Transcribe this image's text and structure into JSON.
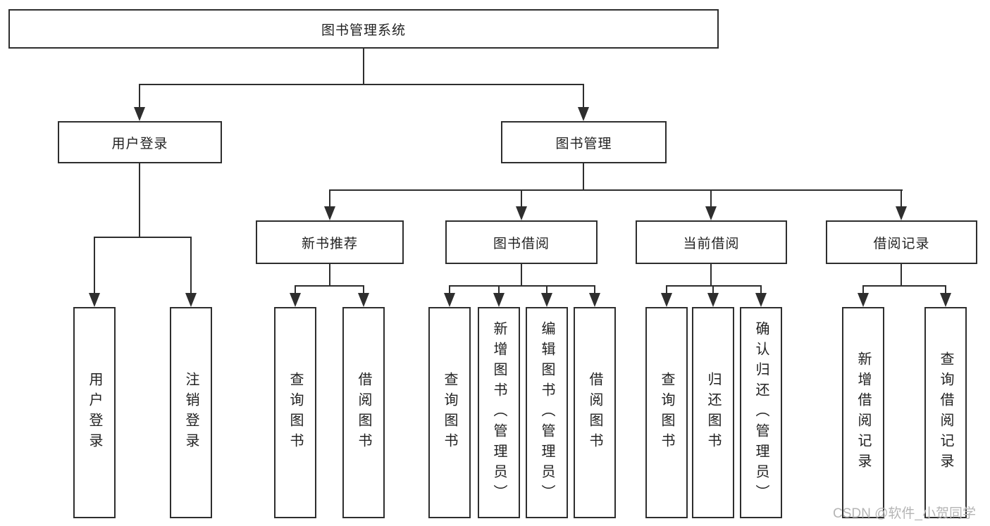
{
  "diagram_title": "图书管理系统",
  "tree": {
    "label": "图书管理系统",
    "children": [
      {
        "label": "用户登录",
        "children": [
          {
            "label": "用户登录"
          },
          {
            "label": "注销登录"
          }
        ]
      },
      {
        "label": "图书管理",
        "children": [
          {
            "label": "新书推荐",
            "children": [
              {
                "label": "查询图书"
              },
              {
                "label": "借阅图书"
              }
            ]
          },
          {
            "label": "图书借阅",
            "children": [
              {
                "label": "查询图书"
              },
              {
                "label": "新增图书（管理员）"
              },
              {
                "label": "编辑图书（管理员）"
              },
              {
                "label": "借阅图书"
              }
            ]
          },
          {
            "label": "当前借阅",
            "children": [
              {
                "label": "查询图书"
              },
              {
                "label": "归还图书"
              },
              {
                "label": "确认归还（管理员）"
              }
            ]
          },
          {
            "label": "借阅记录",
            "children": [
              {
                "label": "新增借阅记录"
              },
              {
                "label": "查询借阅记录"
              }
            ]
          }
        ]
      }
    ]
  },
  "watermark": {
    "text": "CSDN @软件_小贺同学",
    "color": "#b5b5b5"
  },
  "colors": {
    "line": "#2e2e2e",
    "text": "#222222",
    "background": "#ffffff"
  }
}
